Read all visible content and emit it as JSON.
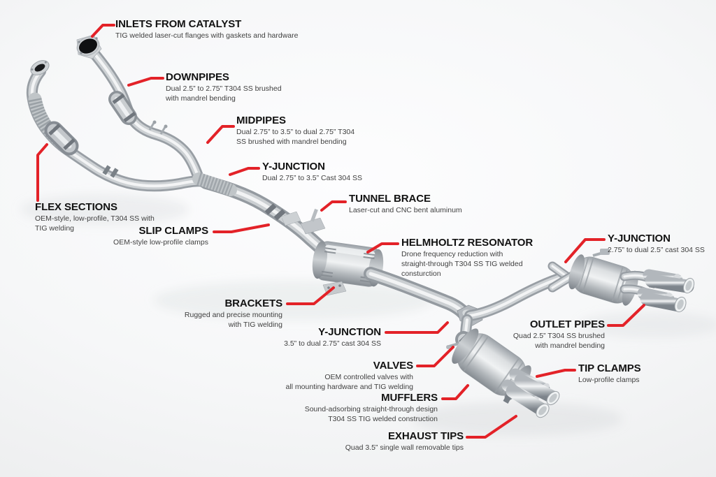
{
  "colors": {
    "accent_red": "#e32228",
    "title_text": "#121212",
    "subtitle_text": "#3f3f3f",
    "metal_light": "#f2f3f4",
    "metal_mid": "#cbcfd2",
    "metal_dark": "#949aa0",
    "background": "#f6f7f8"
  },
  "labels": [
    {
      "id": "inlets-from-catalyst",
      "title": "INLETS FROM CATALYST",
      "lines": [
        "TIG welded laser-cut flanges with gaskets and hardware"
      ]
    },
    {
      "id": "downpipes",
      "title": "DOWNPIPES",
      "lines": [
        "Dual 2.5” to 2.75” T304 SS brushed",
        "with mandrel bending"
      ]
    },
    {
      "id": "midpipes",
      "title": "MIDPIPES",
      "lines": [
        "Dual 2.75” to 3.5” to dual 2.75” T304",
        "SS brushed with mandrel bending"
      ]
    },
    {
      "id": "y-junction-front",
      "title": "Y-JUNCTION",
      "lines": [
        "Dual 2.75” to 3.5” Cast 304 SS"
      ]
    },
    {
      "id": "tunnel-brace",
      "title": "TUNNEL BRACE",
      "lines": [
        "Laser-cut and CNC bent aluminum"
      ]
    },
    {
      "id": "flex-sections",
      "title": "FLEX SECTIONS",
      "lines": [
        "OEM-style, low-profile, T304 SS with",
        "TIG welding"
      ]
    },
    {
      "id": "slip-clamps",
      "title": "SLIP CLAMPS",
      "lines": [
        "OEM-style low-profile clamps"
      ]
    },
    {
      "id": "helmholtz-resonator",
      "title": "HELMHOLTZ RESONATOR",
      "lines": [
        "Drone frequency reduction with",
        "straight-through T304 SS TIG welded",
        "consturction"
      ]
    },
    {
      "id": "y-junction-rear",
      "title": "Y-JUNCTION",
      "lines": [
        "2.75” to dual 2.5” cast 304 SS"
      ]
    },
    {
      "id": "brackets",
      "title": "BRACKETS",
      "lines": [
        "Rugged and precise mounting",
        "with TIG welding"
      ]
    },
    {
      "id": "y-junction-center",
      "title": "Y-JUNCTION",
      "lines": [
        "3.5” to dual 2.75” cast 304 SS"
      ]
    },
    {
      "id": "valves",
      "title": "VALVES",
      "lines": [
        "OEM controlled valves with",
        "all mounting hardware and TIG welding"
      ]
    },
    {
      "id": "mufflers",
      "title": "MUFFLERS",
      "lines": [
        "Sound-adsorbing straight-through design",
        "T304 SS TIG welded construction"
      ]
    },
    {
      "id": "exhaust-tips",
      "title": "EXHAUST TIPS",
      "lines": [
        "Quad 3.5” single wall removable tips"
      ]
    },
    {
      "id": "outlet-pipes",
      "title": "OUTLET PIPES",
      "lines": [
        "Quad 2.5” T304 SS brushed",
        "with mandrel bending"
      ]
    },
    {
      "id": "tip-clamps",
      "title": "TIP CLAMPS",
      "lines": [
        "Low-profile clamps"
      ]
    }
  ]
}
